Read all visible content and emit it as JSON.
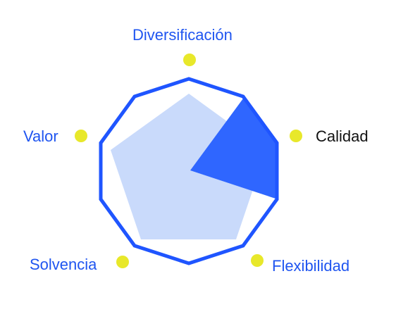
{
  "labels": {
    "diversificacion": "Diversificación",
    "calidad": "Calidad",
    "flexibilidad": "Flexibilidad",
    "solvencia": "Solvencia",
    "valor": "Valor"
  },
  "colors": {
    "outline": "#1f55ff",
    "highlight": "#2f66ff",
    "pentagon_fill": "#c9dafb",
    "dot": "#e8e82a",
    "label_blue": "#1f55f0",
    "label_active": "#111111"
  },
  "active_dimension": "Calidad"
}
